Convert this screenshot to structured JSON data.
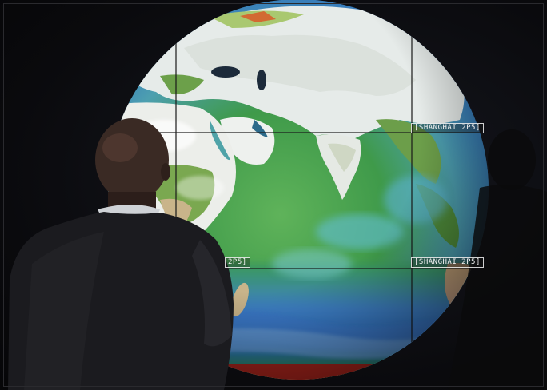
{
  "photo": {
    "description_tag": "photo",
    "screen_labels": {
      "north_east": "[SHANGHAI 2P5]",
      "south_east": "[SHANGHAI 2P5]",
      "west": "2P5]"
    },
    "colors": {
      "ocean_green": "#3f9a4a",
      "ocean_blue": "#3d7fc7",
      "land_white": "#e8ecec",
      "land_tan": "#c9b48a",
      "southern_red": "#a8241c",
      "background": "#0b0b0e"
    }
  }
}
